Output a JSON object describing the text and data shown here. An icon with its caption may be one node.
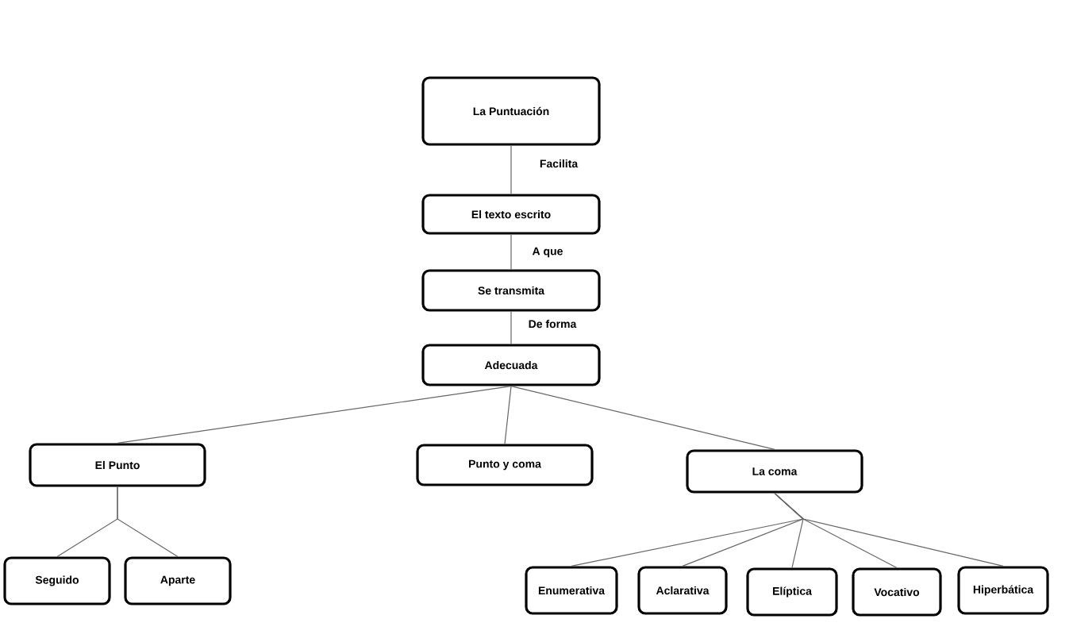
{
  "diagram": {
    "nodes": [
      {
        "text": [
          "La Puntuación"
        ]
      },
      {
        "text": [
          "El texto escrito"
        ]
      },
      {
        "text": [
          "Se transmita"
        ]
      },
      {
        "text": [
          "Adecuada"
        ]
      },
      {
        "text": [
          "El Punto"
        ]
      },
      {
        "text": [
          "Punto y coma"
        ]
      },
      {
        "text": [
          "La coma"
        ]
      },
      {
        "text": [
          "Seguido"
        ]
      },
      {
        "text": [
          "Aparte"
        ]
      },
      {
        "text": [
          "Enumerativa"
        ]
      },
      {
        "text": [
          "Aclarativa"
        ]
      },
      {
        "text": [
          "Elíptica"
        ]
      },
      {
        "text": [
          "Vocativo"
        ]
      },
      {
        "text": [
          "Hiperbática"
        ]
      }
    ],
    "edges": [
      {
        "from": 0,
        "to": 1,
        "arrow": "none",
        "label": "Facilita"
      },
      {
        "from": 1,
        "to": 2,
        "arrow": "none",
        "label": "A que"
      },
      {
        "from": 2,
        "to": 3,
        "arrow": "none",
        "label": "De forma"
      },
      {
        "from": 3,
        "to": 4,
        "arrow": "none"
      },
      {
        "from": 3,
        "to": 5,
        "arrow": "none"
      },
      {
        "from": 3,
        "to": 6,
        "arrow": "none"
      },
      {
        "from": 4,
        "to": 7,
        "arrow": "none"
      },
      {
        "from": 4,
        "to": 8,
        "arrow": "none"
      },
      {
        "from": 6,
        "to": 9,
        "arrow": "none"
      },
      {
        "from": 6,
        "to": 10,
        "arrow": "none"
      },
      {
        "from": 6,
        "to": 11,
        "arrow": "none"
      },
      {
        "from": 6,
        "to": 12,
        "arrow": "none"
      },
      {
        "from": 6,
        "to": 13,
        "arrow": "none"
      }
    ]
  }
}
